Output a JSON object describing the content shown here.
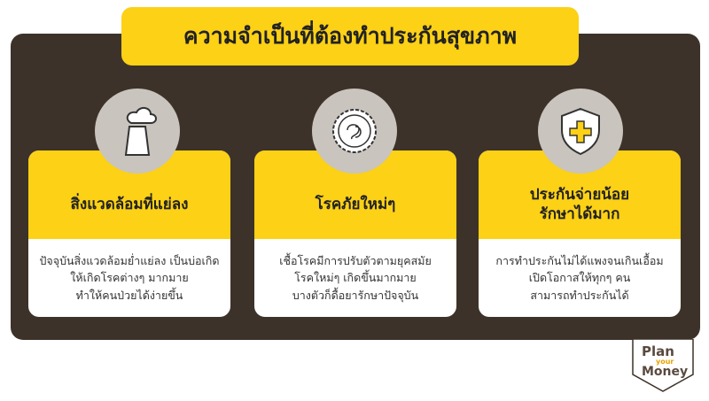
{
  "title": "ความจำเป็นที่ต้องทำประกันสุขภาพ",
  "cards": [
    {
      "icon": "factory-icon",
      "heading": "สิ่งแวดล้อมที่แย่ลง",
      "lines": [
        "ปัจจุบันสิ่งแวดล้อมย่ำแย่ลง เป็นบ่อเกิด",
        "ให้เกิดโรคต่างๆ มากมาย",
        "ทำให้คนป่วยได้ง่ายขึ้น"
      ]
    },
    {
      "icon": "virus-icon",
      "heading": "โรคภัยใหม่ๆ",
      "lines": [
        "เชื้อโรคมีการปรับตัวตามยุคสมัย",
        "โรคใหม่ๆ เกิดขึ้นมากมาย",
        "บางตัวก็ดื้อยารักษาปัจจุบัน"
      ]
    },
    {
      "icon": "shield-plus-icon",
      "heading": "ประกันจ่ายน้อย",
      "heading2": "รักษาได้มาก",
      "lines": [
        "การทำประกันไม่ได้แพงจนเกินเอื้อม",
        "เปิดโอกาสให้ทุกๆ คน",
        "สามารถทำประกันได้"
      ]
    }
  ],
  "logo": {
    "line1": "Plan",
    "line2": "your",
    "line3": "Money"
  },
  "colors": {
    "yellow": "#fcd116",
    "brown": "#3d3229",
    "gray": "#c9c4bd"
  }
}
